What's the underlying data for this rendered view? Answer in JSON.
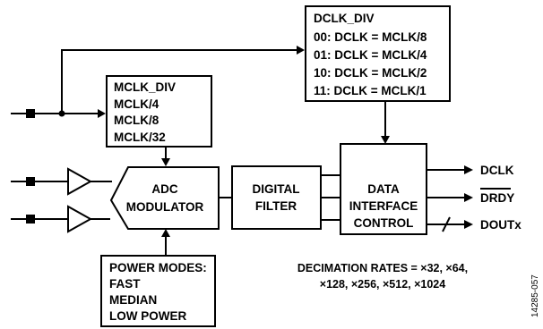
{
  "dclk_div": {
    "title": "DCLK_DIV",
    "lines": [
      "00: DCLK = MCLK/8",
      "01: DCLK = MCLK/4",
      "10: DCLK = MCLK/2",
      "11: DCLK = MCLK/1"
    ]
  },
  "mclk_div": {
    "title": "MCLK_DIV",
    "lines": [
      "MCLK/4",
      "MCLK/8",
      "MCLK/32"
    ]
  },
  "adc_modulator": {
    "line1": "ADC",
    "line2": "MODULATOR"
  },
  "digital_filter": {
    "line1": "DIGITAL",
    "line2": "FILTER"
  },
  "data_interface": {
    "line1": "DATA",
    "line2": "INTERFACE",
    "line3": "CONTROL"
  },
  "power_modes": {
    "title": "POWER MODES:",
    "lines": [
      "FAST",
      "MEDIAN",
      "LOW POWER"
    ]
  },
  "outputs": {
    "dclk": "DCLK",
    "drdy": "DRDY",
    "doutx": "DOUTx"
  },
  "decimation": {
    "line1": "DECIMATION RATES = ×32, ×64,",
    "line2": "×128, ×256, ×512, ×1024"
  },
  "figure_id": "14285-057"
}
